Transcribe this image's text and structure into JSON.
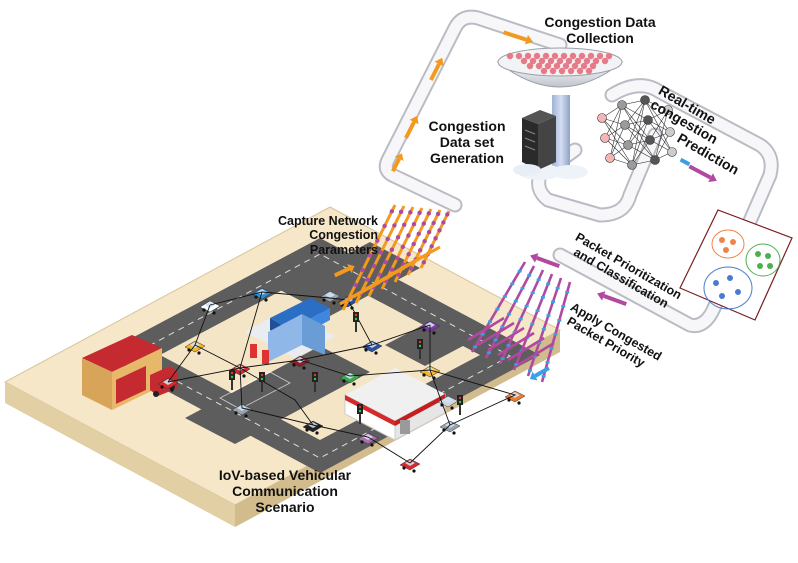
{
  "labels": {
    "collection_line1": "Congestion Data",
    "collection_line2": "Collection",
    "dataset_line1": "Congestion",
    "dataset_line2": "Data set",
    "dataset_line3": "Generation",
    "prediction_line1": "Real-time congestion",
    "prediction_line2": "Prediction",
    "capture_line1": "Capture Network",
    "capture_line2": "Congestion",
    "capture_line3": "Parameters",
    "prioritization_line1": "Packet Prioritization",
    "prioritization_line2": "and Classification",
    "apply_line1": "Apply Congested",
    "apply_line2": "Packet Priority",
    "scenario_line1": "IoV-based Vehicular",
    "scenario_line2": "Communication",
    "scenario_line3": "Scenario"
  },
  "colors": {
    "pipe": "#f2f2f2",
    "pipe_edge": "#b9bcc4",
    "orange_arrow": "#f39a1e",
    "purple_arrow": "#b04aa0",
    "blue_arrow": "#3aa0e6",
    "road": "#606060",
    "platform": "#f3e4c4",
    "dish_dot": "#e77a88",
    "cluster_orange": "#f0834a",
    "cluster_green": "#4caf50",
    "cluster_blue": "#4a7bd0"
  },
  "icons": [
    "satellite-dish-icon",
    "server-icon",
    "neural-network-icon",
    "cluster-icon",
    "fire-station-icon",
    "gas-station-icon",
    "shop-icon",
    "car-icon",
    "traffic-light-icon"
  ]
}
